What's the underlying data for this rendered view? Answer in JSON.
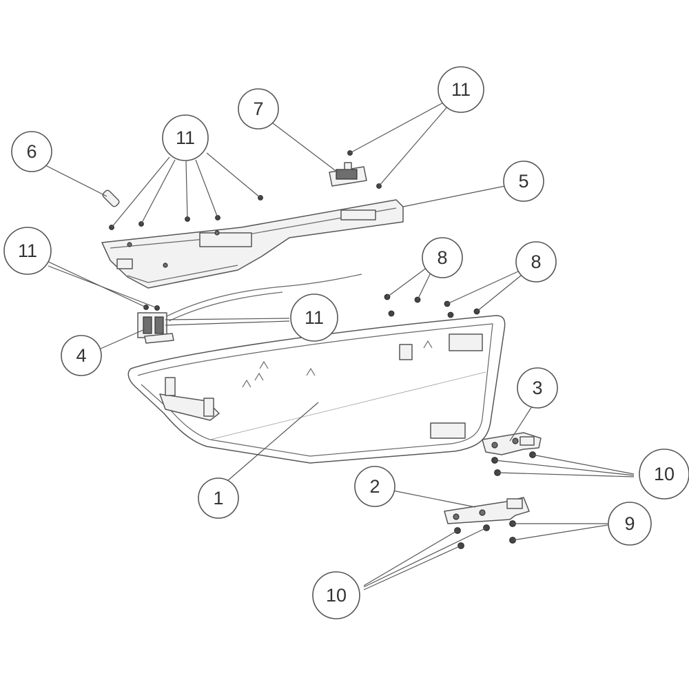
{
  "diagram": {
    "callouts": [
      {
        "id": "c1",
        "label": "1"
      },
      {
        "id": "c2",
        "label": "2"
      },
      {
        "id": "c3",
        "label": "3"
      },
      {
        "id": "c4",
        "label": "4"
      },
      {
        "id": "c5",
        "label": "5"
      },
      {
        "id": "c6",
        "label": "6"
      },
      {
        "id": "c7",
        "label": "7"
      },
      {
        "id": "c8a",
        "label": "8"
      },
      {
        "id": "c8b",
        "label": "8"
      },
      {
        "id": "c9",
        "label": "9"
      },
      {
        "id": "c10a",
        "label": "10"
      },
      {
        "id": "c10b",
        "label": "10"
      },
      {
        "id": "c11a",
        "label": "11"
      },
      {
        "id": "c11b",
        "label": "11"
      },
      {
        "id": "c11c",
        "label": "11"
      },
      {
        "id": "c11d",
        "label": "11"
      }
    ]
  },
  "colors": {
    "line": "#555555",
    "part_fill": "#f2f2f2",
    "hardware": "#444444"
  }
}
